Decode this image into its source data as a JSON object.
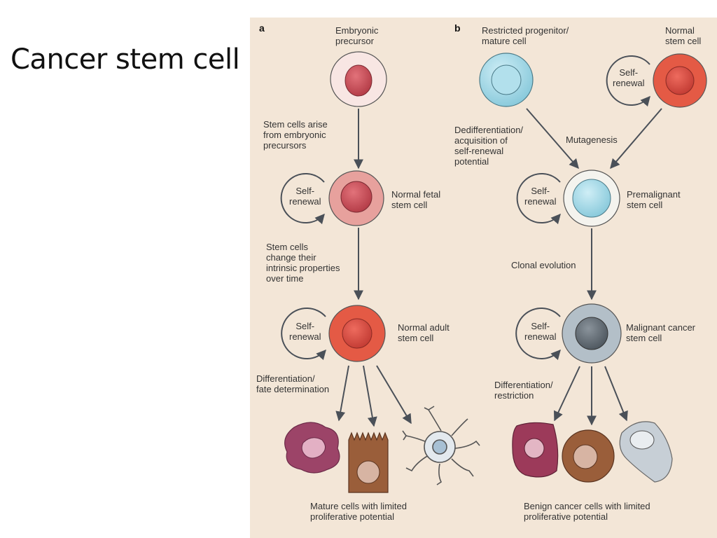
{
  "slide": {
    "title": "Cancer stem cell"
  },
  "panel_a": {
    "letter": "a",
    "embryonic_precursor": "Embryonic\nprecursor",
    "arrow1_text": "Stem cells arise\nfrom embryonic\nprecursors",
    "self_renewal_1": "Self-\nrenewal",
    "fetal_stem_cell": "Normal fetal\nstem cell",
    "arrow2_text": "Stem cells\nchange their\nintrinsic properties\nover time",
    "self_renewal_2": "Self-\nrenewal",
    "adult_stem_cell": "Normal adult\nstem cell",
    "differentiation": "Differentiation/\nfate determination",
    "mature_cells": "Mature cells with limited\nproliferative potential"
  },
  "panel_b": {
    "letter": "b",
    "restricted_progenitor": "Restricted progenitor/\nmature cell",
    "normal_stem_cell": "Normal\nstem cell",
    "self_renewal_top": "Self-\nrenewal",
    "dedifferentiation": "Dedifferentiation/\nacquisition of\nself-renewal\npotential",
    "mutagenesis": "Mutagenesis",
    "self_renewal_premalignant": "Self-\nrenewal",
    "premalignant_stem_cell": "Premalignant\nstem cell",
    "clonal_evolution": "Clonal evolution",
    "self_renewal_malignant": "Self-\nrenewal",
    "malignant_stem_cell": "Malignant cancer\nstem cell",
    "differentiation_restriction": "Differentiation/\nrestriction",
    "benign_cells": "Benign cancer cells with limited\nproliferative potential"
  }
}
